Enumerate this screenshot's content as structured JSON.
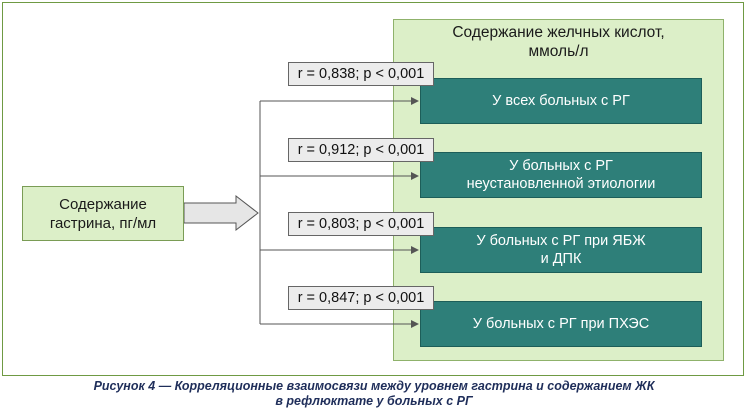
{
  "source": {
    "label_lines": [
      "Содержание",
      "гастрина, пг/мл"
    ]
  },
  "target": {
    "title_lines": [
      "Содержание желчных кислот,",
      "ммоль/л"
    ]
  },
  "groups": [
    {
      "label_lines": [
        "У всех больных с РГ"
      ],
      "stat": "r = 0,838; p < 0,001"
    },
    {
      "label_lines": [
        "У больных с РГ",
        "неустановленной этиологии"
      ],
      "stat": "r = 0,912; p < 0,001"
    },
    {
      "label_lines": [
        "У больных с РГ при ЯБЖ",
        "и ДПК"
      ],
      "stat": "r = 0,803; p < 0,001"
    },
    {
      "label_lines": [
        "У больных с РГ при ПХЭС"
      ],
      "stat": "r = 0,847; p < 0,001"
    }
  ],
  "caption": {
    "lines": [
      "Рисунок 4 — Корреляционные взаимосвязи между уровнем гастрина и содержанием ЖК",
      "в рефлюктате у больных с РГ"
    ]
  },
  "colors": {
    "frame_border": "#6f9a43",
    "panel_fill": "#dcefc8",
    "group_fill": "#2e7f79",
    "stat_fill": "#ececec",
    "connector": "#555555",
    "caption_text": "#1f2e5a"
  }
}
